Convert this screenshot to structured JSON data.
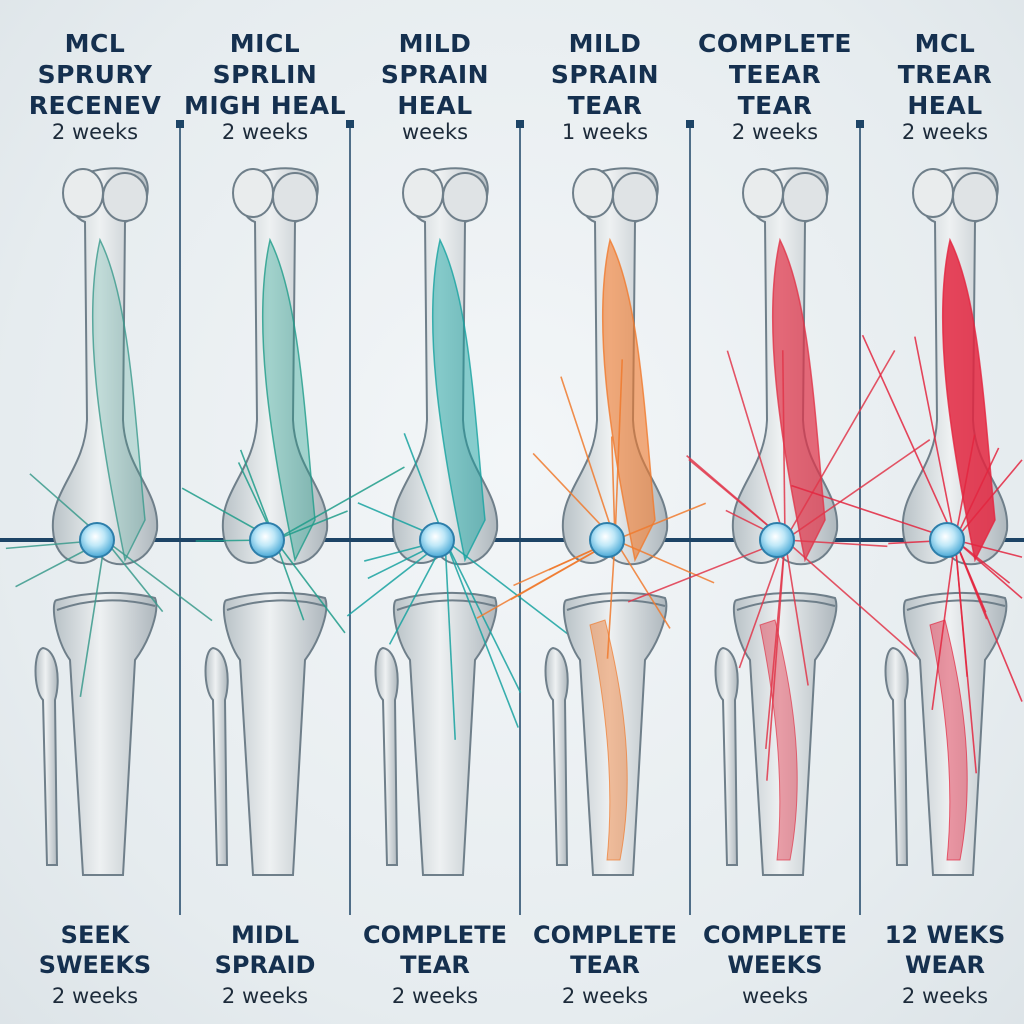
{
  "columns": [
    {
      "title": [
        "MCL",
        "SPRURY",
        "RECENEV"
      ],
      "subtitle": "2 weeks",
      "ligament_color": "#3a9a8c",
      "bottom": [
        "SEEK",
        "SWEEKS"
      ],
      "bottom_sub": "2 weeks"
    },
    {
      "title": [
        "MICL",
        "SPRLIN",
        "MIGH HEAL"
      ],
      "subtitle": "2 weeks",
      "ligament_color": "#1f9c8a",
      "bottom": [
        "MIDL",
        "SPRAID"
      ],
      "bottom_sub": "2 weeks"
    },
    {
      "title": [
        "MILD",
        "SPRAIN",
        "HEAL"
      ],
      "subtitle": "weeks",
      "ligament_color": "#17a2a0",
      "bottom": [
        "COMPLETE",
        "TEAR"
      ],
      "bottom_sub": "2 weeks"
    },
    {
      "title": [
        "MILD",
        "SPRAIN",
        "TEAR"
      ],
      "subtitle": "1 weeks",
      "ligament_color": "#f07a2e",
      "bottom": [
        "COMPLETE",
        "TEAR"
      ],
      "bottom_sub": "2 weeks"
    },
    {
      "title": [
        "COMPLETE",
        "TEEAR",
        "TEAR"
      ],
      "subtitle": "2 weeks",
      "ligament_color": "#e0364a",
      "bottom": [
        "COMPLETE",
        "WEEKS"
      ],
      "bottom_sub": "weeks"
    },
    {
      "title": [
        "MCL",
        "TREAR",
        "HEAL"
      ],
      "subtitle": "2 weeks",
      "ligament_color": "#e32640",
      "bottom": [
        "12 WEKS",
        "WEAR"
      ],
      "bottom_sub": "2 weeks"
    }
  ],
  "colors": {
    "text": "#15304f",
    "bone": "#d9dde0",
    "joint_line": "#1d4466",
    "joint_glow": "#6fc6ea"
  },
  "icons": [
    "femur-bone",
    "tibia-bone",
    "fibula-bone",
    "knee-joint",
    "mcl-ligament-fibers"
  ]
}
